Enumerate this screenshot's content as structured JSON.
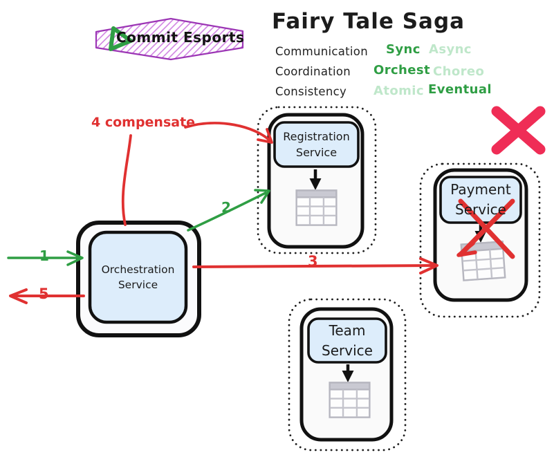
{
  "badge": {
    "label": "Commit Esports",
    "icon": "play-icon"
  },
  "title": "Fairy Tale Saga",
  "legend": {
    "rows": [
      {
        "label": "Communication",
        "options": [
          {
            "text": "Sync",
            "state": "selected"
          },
          {
            "text": "Async",
            "state": "dimmed"
          }
        ]
      },
      {
        "label": "Coordination",
        "options": [
          {
            "text": "Orchest",
            "state": "selected"
          },
          {
            "text": "Choreo",
            "state": "dimmed"
          }
        ]
      },
      {
        "label": "Consistency",
        "options": [
          {
            "text": "Atomic",
            "state": "dimmed"
          },
          {
            "text": "Eventual",
            "state": "selected"
          }
        ]
      }
    ]
  },
  "nodes": {
    "orchestration": {
      "label": "Orchestration Service"
    },
    "registration": {
      "label": "Registration Service",
      "has_database": true
    },
    "payment": {
      "label": "Payment Service",
      "has_database": true,
      "database_crossed_out": true
    },
    "team": {
      "label": "Team Service",
      "has_database": true
    }
  },
  "edges": [
    {
      "label": "1",
      "color": "#2f9e44",
      "from": "external",
      "to": "orchestration"
    },
    {
      "label": "2",
      "color": "#2f9e44",
      "from": "orchestration",
      "to": "registration"
    },
    {
      "label": "3",
      "color": "#e03131",
      "from": "orchestration",
      "to": "payment"
    },
    {
      "label": "4 compensate",
      "color": "#e03131",
      "from": "orchestration",
      "to": "registration"
    },
    {
      "label": "5",
      "color": "#e03131",
      "from": "orchestration",
      "to": "external"
    }
  ],
  "annotations": {
    "failure_mark": "cross-mark"
  },
  "colors": {
    "green": "#2f9e44",
    "faded_green": "#bfe7ca",
    "red": "#e03131",
    "pink_cross": "#ef2d56",
    "purple": "#9c36b5",
    "purple_hatch": "#cd7ae0",
    "node_fill": "#ddedfb",
    "container_fill": "#fafafa",
    "ink": "#1e1e1e",
    "table_gray": "#c9c9d2"
  }
}
